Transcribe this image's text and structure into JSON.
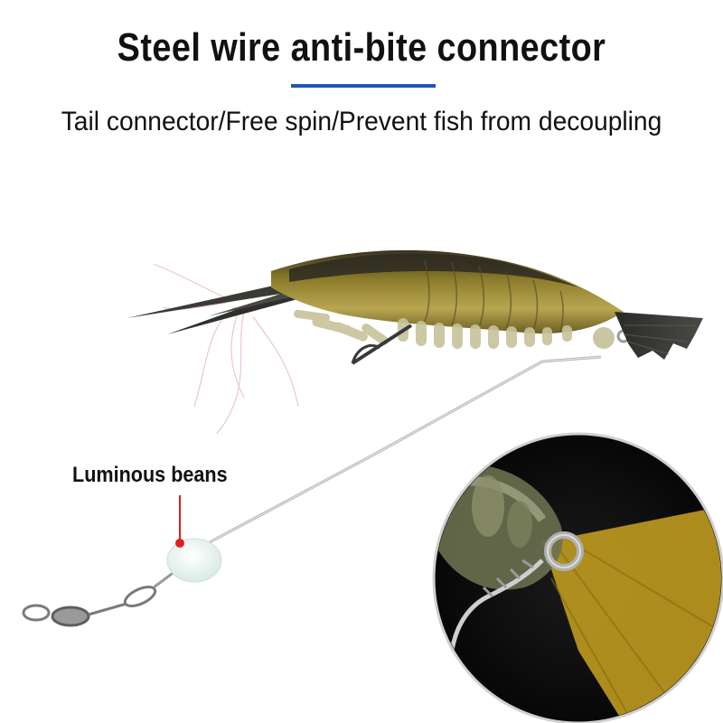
{
  "heading": {
    "title": "Steel wire anti-bite connector",
    "subtitle": "Tail connector/Free spin/Prevent fish from decoupling"
  },
  "callout": {
    "label": "Luminous beans"
  },
  "colors": {
    "accent_underline": "#1f57b8",
    "pointer_red": "#e02020",
    "text": "#111111",
    "shrimp_body": "#8a7a2a",
    "glow_bead": "#e9f3ee"
  }
}
